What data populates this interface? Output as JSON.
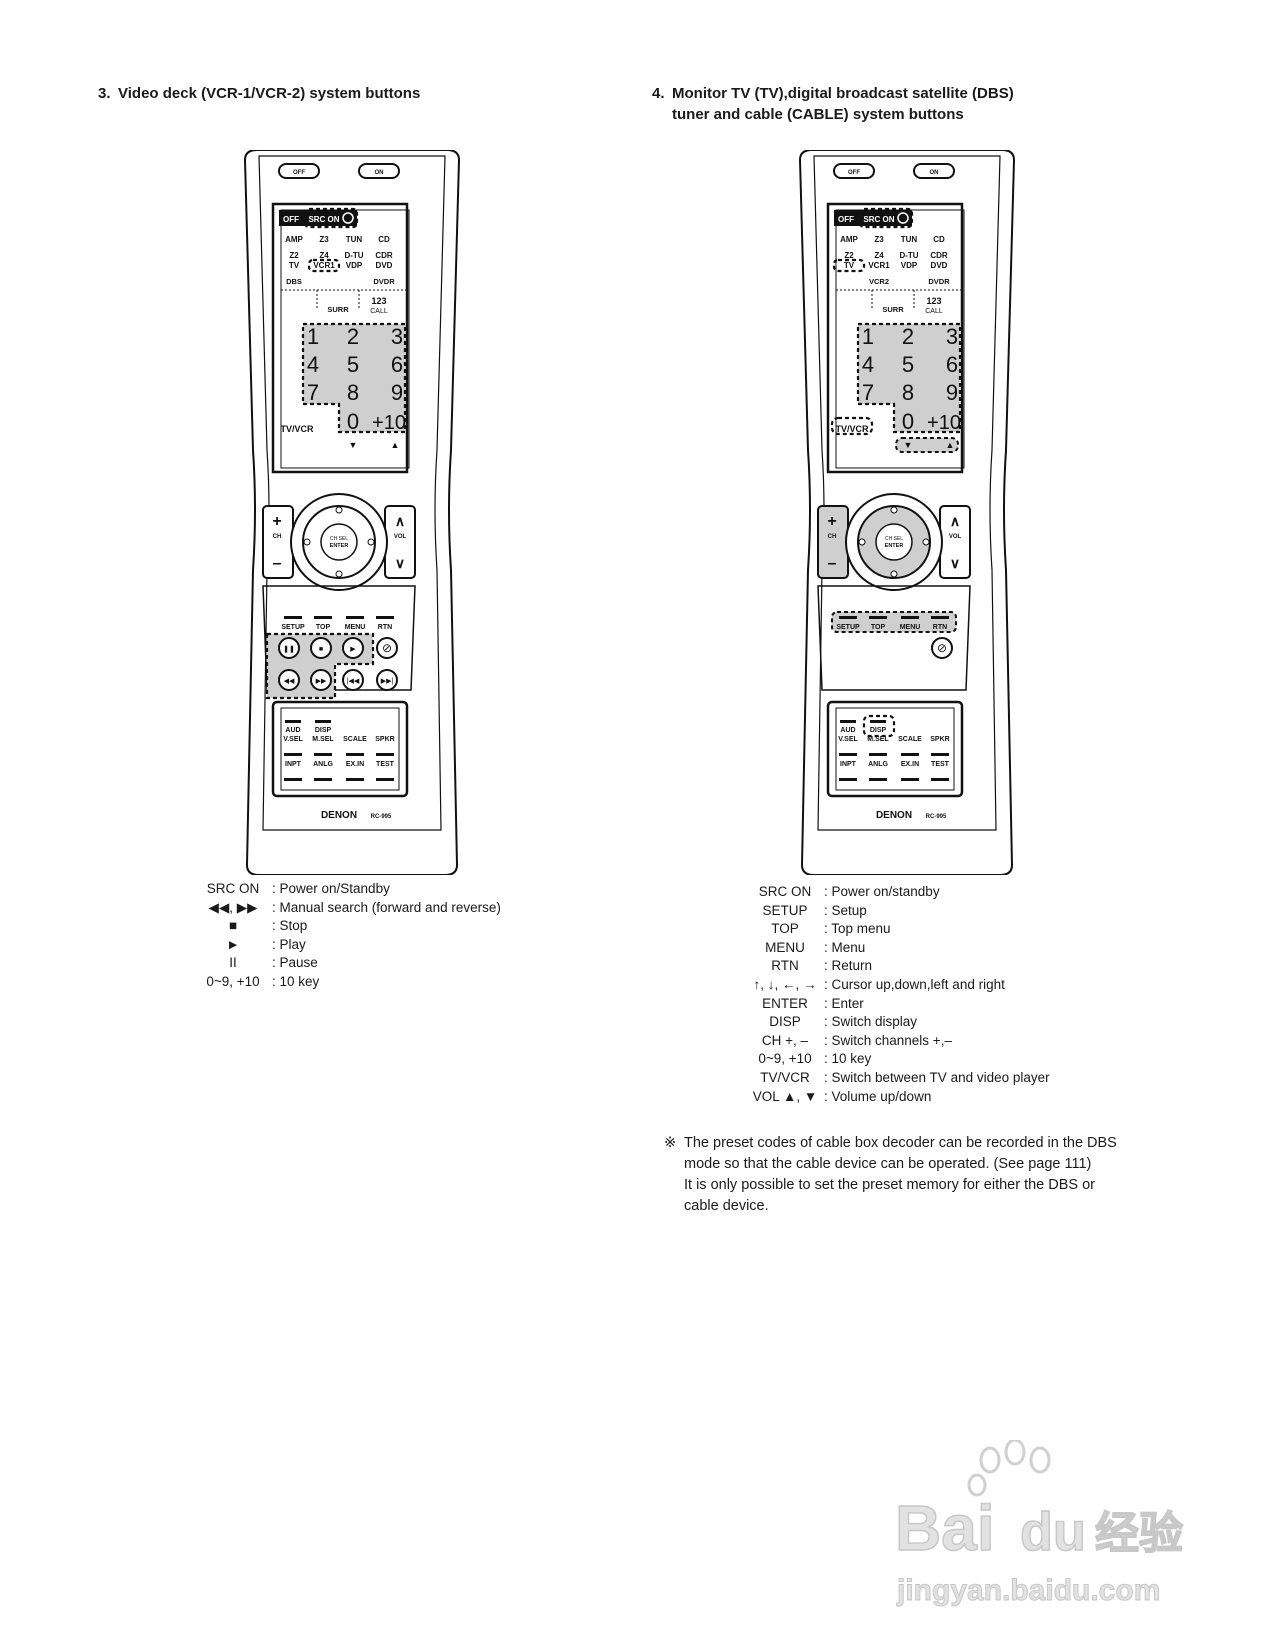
{
  "left": {
    "heading_num": "3.",
    "heading": "Video deck (VCR-1/VCR-2) system buttons",
    "legend": [
      {
        "key": "SRC ON",
        "desc": ": Power on/Standby"
      },
      {
        "key": "◀◀, ▶▶",
        "desc": ": Manual search (forward and reverse)"
      },
      {
        "key": "■",
        "desc": ": Stop"
      },
      {
        "key": "►",
        "desc": ": Play"
      },
      {
        "key": "II",
        "desc": ": Pause"
      },
      {
        "key": "0~9, +10",
        "desc": ": 10 key"
      }
    ]
  },
  "right": {
    "heading_num": "4.",
    "heading_line1": "Monitor TV (TV),digital broadcast satellite (DBS)",
    "heading_line2": "tuner and cable (CABLE) system buttons",
    "legend": [
      {
        "key": "SRC ON",
        "desc": ": Power on/standby"
      },
      {
        "key": "SETUP",
        "desc": ": Setup"
      },
      {
        "key": "TOP",
        "desc": ": Top menu"
      },
      {
        "key": "MENU",
        "desc": ": Menu"
      },
      {
        "key": "RTN",
        "desc": ": Return"
      },
      {
        "key": "↑, ↓, ←, →",
        "desc": ": Cursor up,down,left and right"
      },
      {
        "key": "ENTER",
        "desc": ": Enter"
      },
      {
        "key": "DISP",
        "desc": ": Switch display"
      },
      {
        "key": "CH +, –",
        "desc": ": Switch channels +,–"
      },
      {
        "key": "0~9, +10",
        "desc": ": 10 key"
      },
      {
        "key": "TV/VCR",
        "desc": ": Switch between TV and video player"
      },
      {
        "key": "VOL ▲, ▼",
        "desc": ": Volume up/down"
      }
    ],
    "note_mark": "※",
    "note_lines": [
      "The preset codes of cable box decoder can be recorded in the DBS",
      "mode so that the cable device can be operated. (See page 111)",
      "It is only possible to set the preset memory for either the DBS or",
      "cable device."
    ]
  },
  "remote": {
    "off": "OFF",
    "on": "ON",
    "src_off": "OFF",
    "src_on": "SRC ON",
    "row1": [
      "AMP",
      "Z3",
      "TUN",
      "CD"
    ],
    "row2a": [
      "Z2",
      "Z4",
      "D-TU",
      "CDR"
    ],
    "row2b": [
      "TV",
      "VCR1",
      "VDP",
      "DVD"
    ],
    "dbs": "DBS",
    "vcr2": "VCR2",
    "dvdr": "DVDR",
    "surr": "SURR",
    "n123": "123",
    "call": "CALL",
    "keys": [
      "1",
      "2",
      "3",
      "4",
      "5",
      "6",
      "7",
      "8",
      "9",
      "0",
      "+10"
    ],
    "tvvcr": "TV/VCR",
    "ch": "CH",
    "vol": "VOL",
    "chsel": "CH SEL",
    "enter": "ENTER",
    "menu_row": [
      "SETUP",
      "TOP",
      "MENU",
      "RTN"
    ],
    "aud": "AUD",
    "disp": "DISP",
    "low_row1": [
      "V.SEL",
      "M.SEL",
      "SCALE",
      "SPKR"
    ],
    "low_row2": [
      "INPT",
      "ANLG",
      "EX.IN",
      "TEST"
    ],
    "brand": "DENON",
    "model": "RC-995"
  },
  "watermark": {
    "brand": "Bai",
    "brand2": "du",
    "cn": "经验",
    "url": "jingyan.baidu.com"
  }
}
